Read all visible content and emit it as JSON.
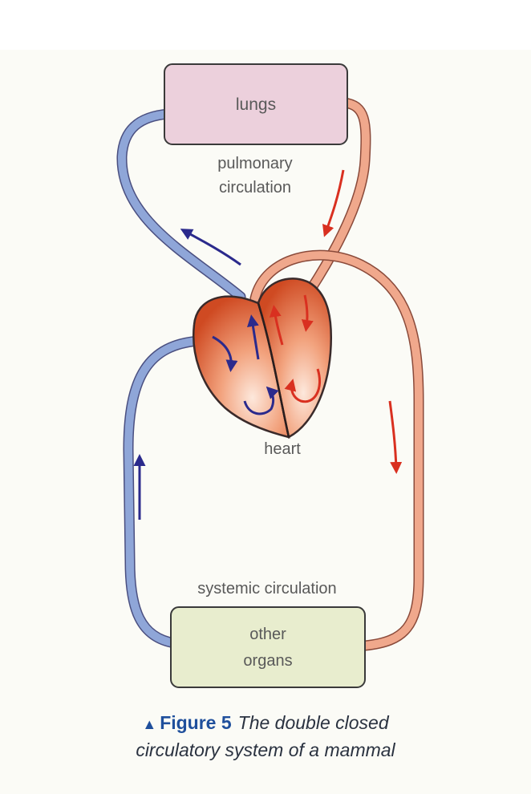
{
  "diagram": {
    "lungs_label": "lungs",
    "pulmonary_label_line1": "pulmonary",
    "pulmonary_label_line2": "circulation",
    "heart_label": "heart",
    "systemic_label": "systemic circulation",
    "organs_label_line1": "other",
    "organs_label_line2": "organs"
  },
  "caption": {
    "figure_label": "Figure 5",
    "title_line1": "The double closed",
    "title_line2": "circulatory system of a mammal"
  },
  "colors": {
    "background": "#fbfbf6",
    "lungs_fill": "#ecd0dc",
    "organs_fill": "#e8edce",
    "deoxygenated_vessel": "#8fa6d8",
    "oxygenated_vessel": "#f0a88c",
    "deoxygenated_arrow": "#2b2a8c",
    "oxygenated_arrow": "#d93020",
    "heart_dark": "#d4532b",
    "heart_light": "#fde6da",
    "caption_accent": "#1f4f9c"
  },
  "icons": {
    "caption_marker": "triangle-up-icon"
  }
}
